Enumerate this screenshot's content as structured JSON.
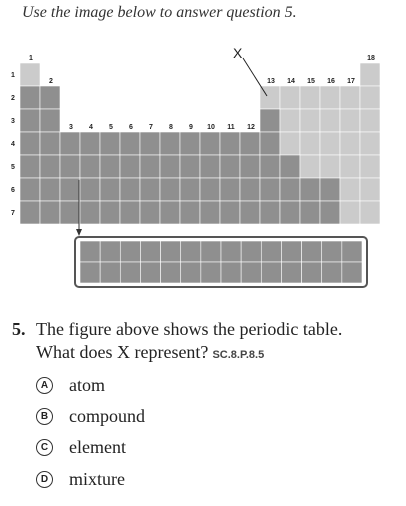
{
  "intro": "Use the image below to answer question 5.",
  "figure": {
    "callout_label": "X",
    "group_labels": [
      "1",
      "2",
      "3",
      "4",
      "5",
      "6",
      "7",
      "8",
      "9",
      "10",
      "11",
      "12",
      "13",
      "14",
      "15",
      "16",
      "17",
      "18"
    ],
    "period_labels": [
      "1",
      "2",
      "3",
      "4",
      "5",
      "6",
      "7"
    ],
    "colors": {
      "dark": "#8f8f8f",
      "light": "#cbcbcb",
      "cell_border": "#ffffff",
      "series_border": "#555555"
    }
  },
  "question": {
    "number": "5.",
    "line1": "The figure above shows the periodic table.",
    "line2": "What does X represent?",
    "standard": "SC.8.P.8.5"
  },
  "choices": [
    {
      "letter": "A",
      "text": "atom"
    },
    {
      "letter": "B",
      "text": "compound"
    },
    {
      "letter": "C",
      "text": "element"
    },
    {
      "letter": "D",
      "text": "mixture"
    }
  ]
}
